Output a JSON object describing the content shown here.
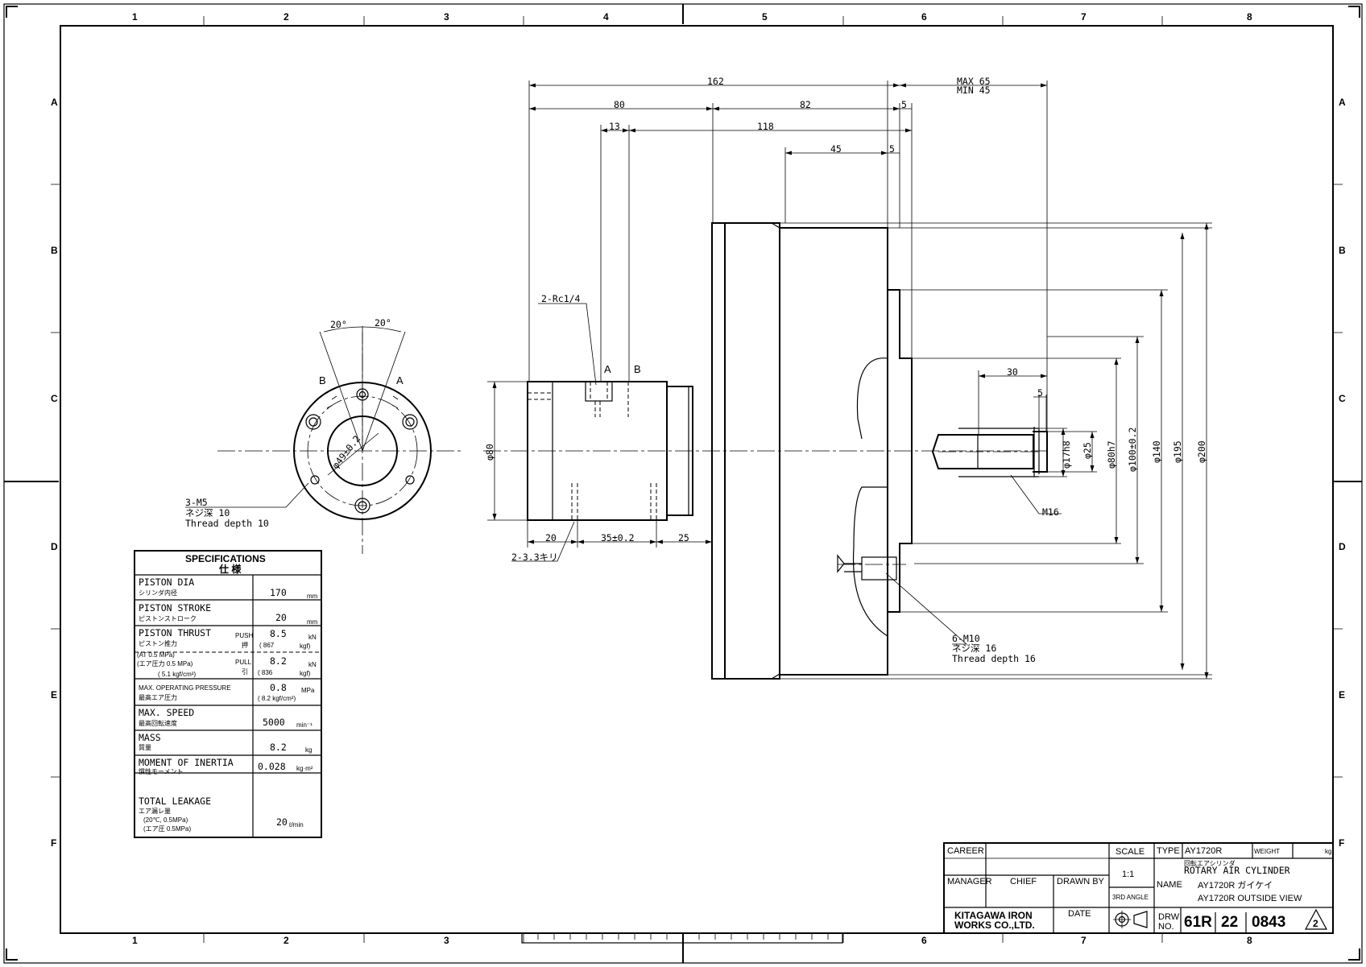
{
  "frame": {
    "col_labels": [
      "1",
      "2",
      "3",
      "4",
      "5",
      "6",
      "7",
      "8"
    ],
    "row_labels": [
      "A",
      "B",
      "C",
      "D",
      "E",
      "F"
    ]
  },
  "dims": {
    "d162": "162",
    "d80": "80",
    "d82": "82",
    "d5a": "5",
    "d13": "13",
    "d118": "118",
    "d45": "45",
    "d5b": "5",
    "max65": "MAX 65",
    "min45": "MIN 45",
    "d30": "30",
    "d5c": "5",
    "d20": "20",
    "d35": "35±0.2",
    "d25": "25",
    "phi80": "φ80",
    "phi17": "φ17h8",
    "phi25": "φ25",
    "phi80h7": "φ80h7",
    "phi100": "φ100±0.2",
    "phi140": "φ140",
    "phi195": "φ195",
    "phi200": "φ200",
    "phi49": "φ49±0.2",
    "ang1": "20°",
    "ang2": "20°"
  },
  "callouts": {
    "rc14": "2-Rc1/4",
    "portA": "A",
    "portB": "B",
    "portA2": "A",
    "portB2": "B",
    "m16": "M16",
    "hole33": "2-3.3キリ",
    "m5": "3-M5",
    "m5_jp": "ネジ深 10",
    "m5_en": "Thread depth 10",
    "m10": "6-M10",
    "m10_jp": "ネジ深 16",
    "m10_en": "Thread depth 16"
  },
  "specs": {
    "title_en": "SPECIFICATIONS",
    "title_jp": "仕 様",
    "rows": [
      {
        "en": "PISTON DIA",
        "jp": "シリンダ内径",
        "value": "170",
        "unit": "mm"
      },
      {
        "en": "PISTON STROKE",
        "jp": "ピストンストローク",
        "value": "20",
        "unit": "mm"
      },
      {
        "en": "PISTON THRUST",
        "jp": "ピストン推力",
        "push": "PUSH",
        "push_jp": "押",
        "value": "8.5",
        "unit": "kN",
        "value2": "( 867",
        "unit2": "kgf)"
      },
      {
        "en": "(AT 0.5 MPa)",
        "jp": "(エア圧力 0.5 MPa)",
        "jp2": "( 5.1 kgf/cm²)",
        "pull": "PULL",
        "pull_jp": "引",
        "value": "8.2",
        "unit": "kN",
        "value2": "( 836",
        "unit2": "kgf)"
      },
      {
        "en": "MAX. OPERATING PRESSURE",
        "jp": "最高エア圧力",
        "value": "0.8",
        "unit": "MPa",
        "value2": "( 8.2 kgf/cm²)"
      },
      {
        "en": "MAX. SPEED",
        "jp": "最高回転速度",
        "value": "5000",
        "unit": "min⁻¹"
      },
      {
        "en": "MASS",
        "jp": "質量",
        "value": "8.2",
        "unit": "kg"
      },
      {
        "en": "MOMENT OF INERTIA",
        "jp": "慣性モーメント",
        "value": "0.028",
        "unit": "kg·m²"
      },
      {
        "en": "TOTAL LEAKAGE",
        "jp": "エア漏レ量",
        "jp2": "(20℃, 0.5MPa)",
        "jp3": "(エア圧 0.5MPa)",
        "value": "20",
        "unit": "ℓ/min"
      }
    ]
  },
  "title_block": {
    "career": "CAREER",
    "manager": "MANAGER",
    "chief": "CHIEF",
    "drawn_by": "DRAWN BY",
    "date": "DATE",
    "company1": "KITAGAWA IRON",
    "company2": "WORKS CO.,LTD.",
    "scale_label": "SCALE",
    "scale_value": "1:1",
    "angle": "3RD ANGLE",
    "type_label": "TYPE",
    "type_value": "AY1720R",
    "weight_label": "WEIGHT",
    "weight_unit": "kg",
    "name_label": "NAME",
    "name_jp": "回転エアシリンダ",
    "name_en": "ROTARY AIR CYLINDER",
    "name_line2": "AY1720R ガイケイ",
    "name_line3": "AY1720R OUTSIDE VIEW",
    "drw_label1": "DRW",
    "drw_label2": "NO.",
    "drw_p1": "61R",
    "drw_p2": "22",
    "drw_p3": "0843",
    "rev": "2"
  }
}
